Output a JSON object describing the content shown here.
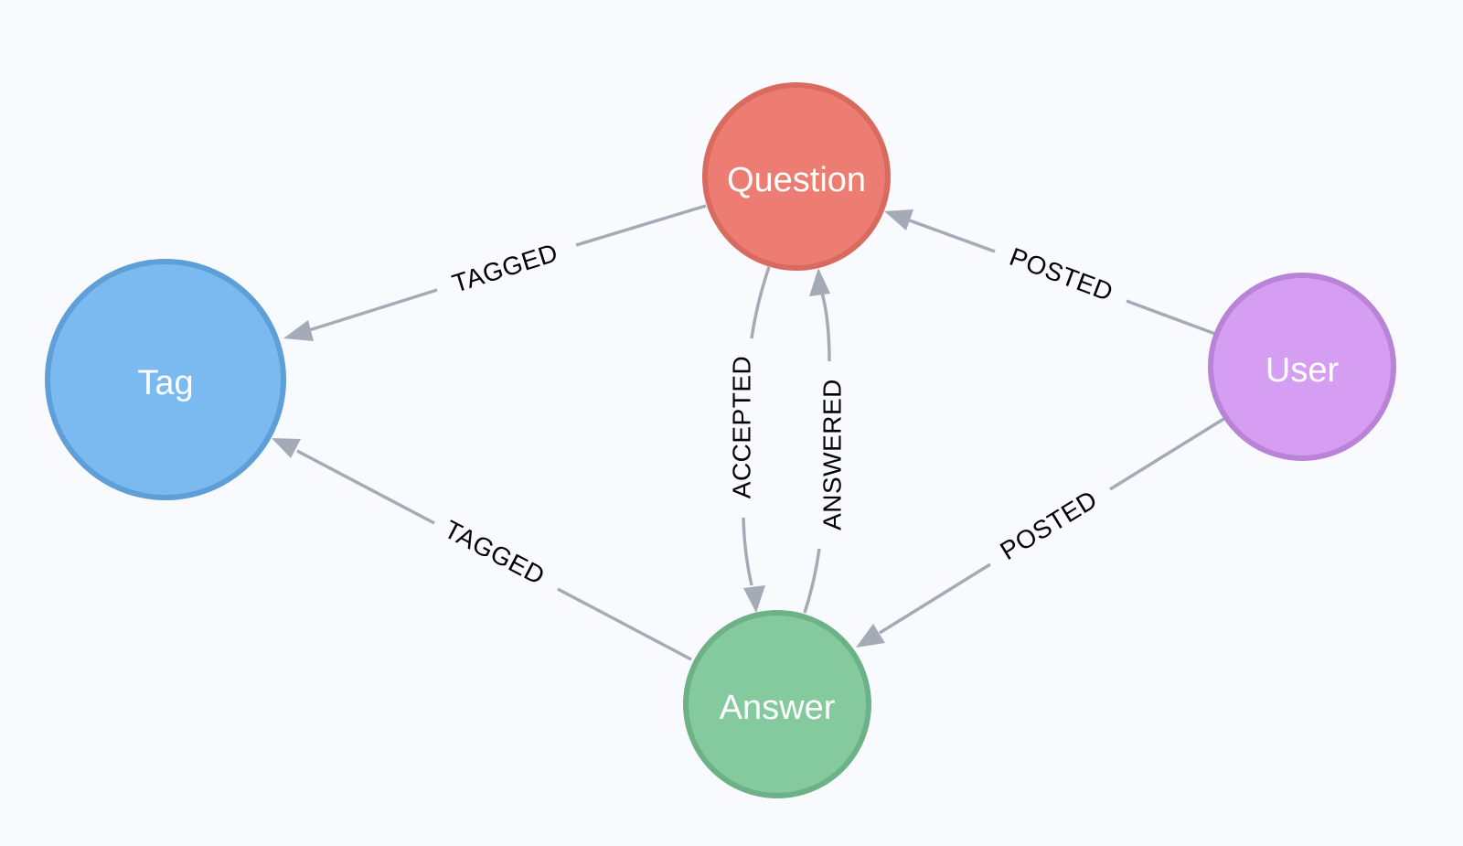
{
  "nodes": {
    "question": {
      "label": "Question",
      "fill": "#ed7d72",
      "stroke": "#d96a5f"
    },
    "tag": {
      "label": "Tag",
      "fill": "#7bbaf0",
      "stroke": "#5e9fd8"
    },
    "user": {
      "label": "User",
      "fill": "#d59ef2",
      "stroke": "#b983d8"
    },
    "answer": {
      "label": "Answer",
      "fill": "#85c99e",
      "stroke": "#6db187"
    }
  },
  "edges": {
    "question_tagged_tag": {
      "label": "TAGGED"
    },
    "answer_tagged_tag": {
      "label": "TAGGED"
    },
    "question_accepted_answer": {
      "label": "ACCEPTED"
    },
    "answer_answered_question": {
      "label": "ANSWERED"
    },
    "user_posted_question": {
      "label": "POSTED"
    },
    "user_posted_answer": {
      "label": "POSTED"
    }
  },
  "colors": {
    "background": "#f9fafd",
    "edge": "#a5abb6",
    "edge_label": "#000000",
    "node_label": "#ffffff"
  }
}
